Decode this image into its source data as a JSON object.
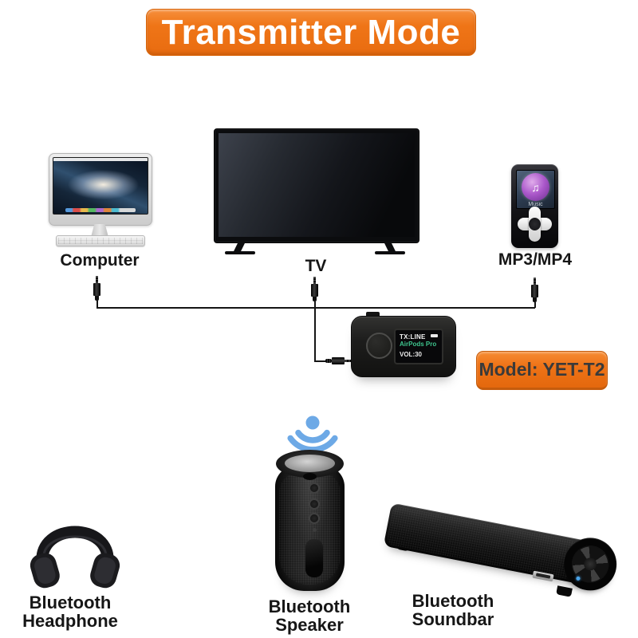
{
  "banner": {
    "title": "Transmitter Mode"
  },
  "model_badge": {
    "label": "Model: YET-T2"
  },
  "sources": {
    "computer": {
      "label": "Computer",
      "icon": "imac-illustration"
    },
    "tv": {
      "label": "TV",
      "icon": "flatscreen-tv-illustration"
    },
    "mp3": {
      "label": "MP3/MP4",
      "icon": "mp3-player-illustration"
    }
  },
  "mp3_player": {
    "screen_title": "Music",
    "note_glyph": "♫"
  },
  "transmitter": {
    "display": {
      "mode": "TX:LINE",
      "device": "AirPods Pro",
      "volume": "VOL:30"
    }
  },
  "outputs": {
    "headphone": {
      "line1": "Bluetooth",
      "line2": "Headphone",
      "icon": "headphones-illustration"
    },
    "speaker": {
      "line1": "Bluetooth",
      "line2": "Speaker",
      "icon": "portable-speaker-illustration"
    },
    "soundbar": {
      "line1": "Bluetooth",
      "line2": "Soundbar",
      "icon": "soundbar-illustration"
    }
  },
  "colors": {
    "accent_orange": "#ee7317",
    "signal_blue": "#6da9e6",
    "display_green": "#3ec48d"
  }
}
